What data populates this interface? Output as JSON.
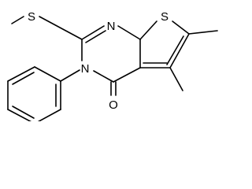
{
  "structure": {
    "atoms": {
      "S_methylthio": "S",
      "S_thiophene": "S",
      "N_top": "N",
      "N_phenyl": "N",
      "O_carbonyl": "O"
    },
    "colors": {
      "bond": "#000000",
      "label": "#000000",
      "background": "#ffffff"
    }
  }
}
